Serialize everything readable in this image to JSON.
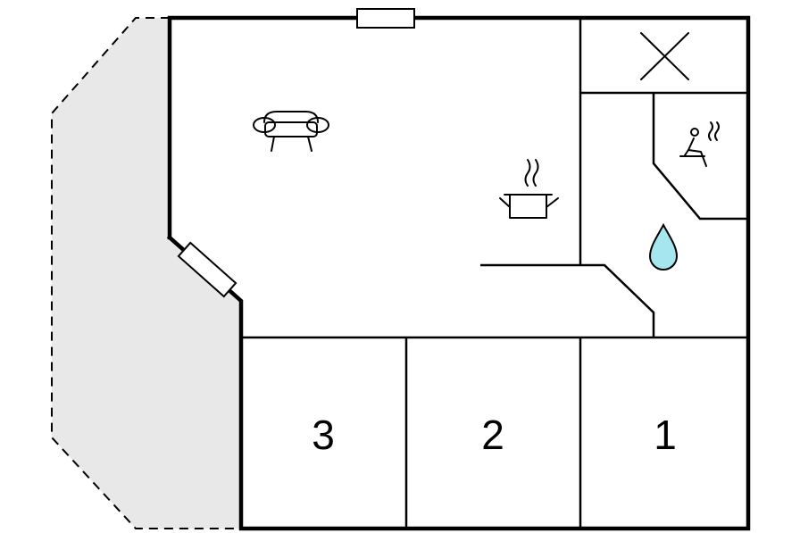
{
  "rooms": [
    {
      "number": "3"
    },
    {
      "number": "2"
    },
    {
      "number": "1"
    }
  ],
  "icons": {
    "living": "sofa-icon",
    "kitchen": "cooking-pot-icon",
    "sauna": "sauna-icon",
    "bathroom": "water-drop-icon",
    "closed_area": "x-cross-icon"
  },
  "colors": {
    "wall": "#000000",
    "terrace": "#e8e8e8",
    "water": "#a6e6ef"
  }
}
